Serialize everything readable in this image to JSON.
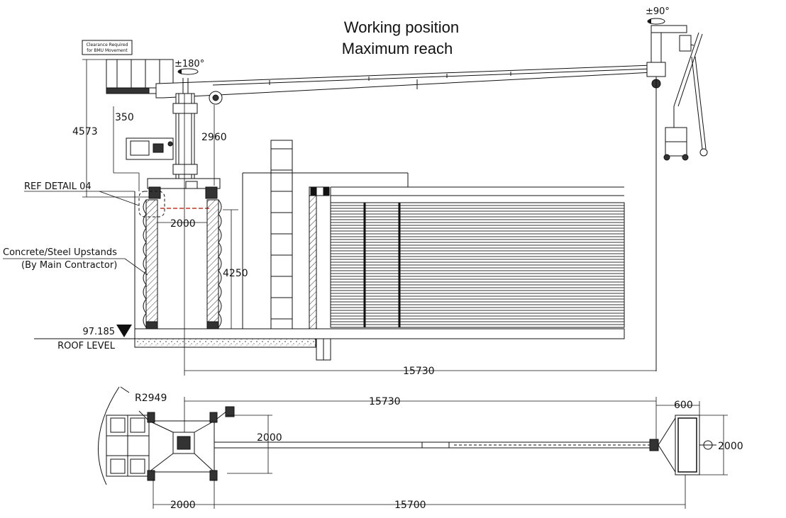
{
  "title": {
    "line1": "Working position",
    "line2": "Maximum reach"
  },
  "labels": {
    "clearance_line1": "Clearance Required",
    "clearance_line2": "for BMU Movement",
    "rotation_mast": "±180°",
    "rotation_head": "±90°",
    "ref_detail": "REF DETAIL 04",
    "upstands_line1": "Concrete/Steel  Upstands",
    "upstands_line2": "(By Main Contractor)",
    "roof_elevation": "97.185",
    "roof_level": "ROOF LEVEL"
  },
  "dimensions": {
    "elev_height_total": "4573",
    "elev_offset": "350",
    "elev_mast_to_jib": "2960",
    "elev_track_width": "2000",
    "elev_upstand_height": "4250",
    "elev_reach": "15730",
    "plan_radius": "R2949",
    "plan_reach": "15730",
    "plan_cradle_depth": "600",
    "plan_base_width": "2000",
    "plan_cradle_width": "2000",
    "plan_track_length": "2000",
    "plan_jib_length": "15700"
  }
}
